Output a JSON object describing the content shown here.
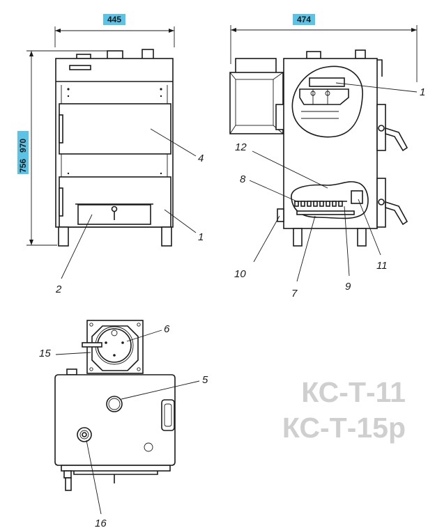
{
  "dimensions": {
    "front_width": "445",
    "side_width": "474",
    "height_low": "756",
    "height_high": "970"
  },
  "models": [
    "КС-Т-11",
    "КС-Т-15р"
  ],
  "callouts": {
    "front_door_upper": "4",
    "front_door_lower": "1",
    "ash_tray": "2",
    "side_door_upper": "1",
    "flue_chamber": "12",
    "grate": "8",
    "drain_valve": "10",
    "ash_pan": "7",
    "air_damper": "9",
    "lower_outlet": "11",
    "top_collar": "6",
    "sensor_port": "15",
    "top_outlet": "5",
    "bottom_port": "16"
  },
  "colors": {
    "line": "#1a1a1a",
    "dimension_highlight": "#5bc4e6",
    "model_text": "#cfcfcf",
    "background": "#ffffff"
  }
}
